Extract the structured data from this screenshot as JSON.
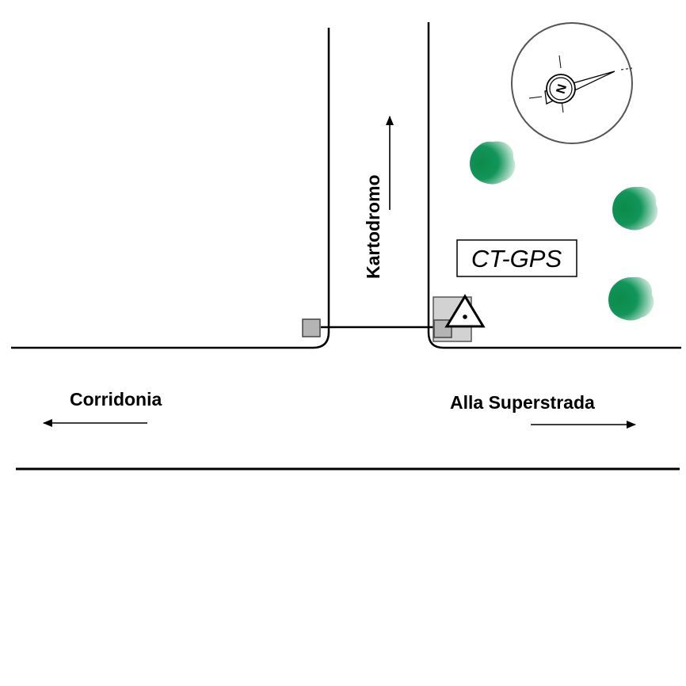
{
  "map": {
    "labels": {
      "left_destination": "Corridonia",
      "right_destination": "Alla Superstrada",
      "side_road": "Kartodromo",
      "station": "CT-GPS"
    },
    "compass": {
      "north_letter": "N"
    },
    "colors": {
      "line": "#000000",
      "tree_dark": "#0c8a4a",
      "tree_light": "#ffffff",
      "building_fill": "#b4b4b4",
      "building_light": "#d2d2d2",
      "compass_ring": "#555555"
    },
    "icons": [
      "compass-rose-icon",
      "station-triangle-icon",
      "tree-icon",
      "building-icon",
      "arrow-icon"
    ]
  }
}
